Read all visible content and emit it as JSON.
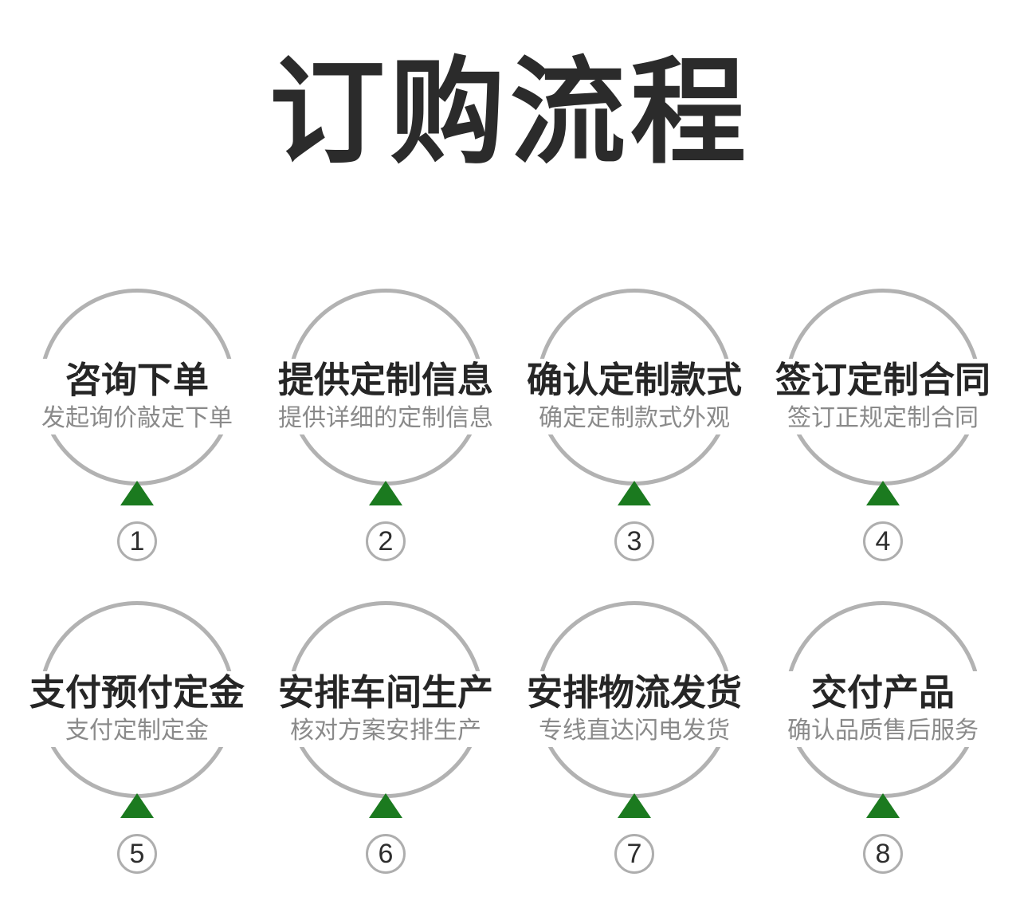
{
  "page": {
    "title": "订购流程"
  },
  "colors": {
    "background": "#ffffff",
    "title_text": "#2b2b2b",
    "step_title_text": "#262626",
    "step_subtitle_text": "#8a8a8a",
    "circle_stroke": "#b2b2b2",
    "triangle_green": "#1b7a1f",
    "number_circle_stroke": "#aeaeae",
    "number_text": "#2e2e2e"
  },
  "steps": [
    {
      "number": "1",
      "title": "咨询下单",
      "subtitle": "发起询价敲定下单"
    },
    {
      "number": "2",
      "title": "提供定制信息",
      "subtitle": "提供详细的定制信息"
    },
    {
      "number": "3",
      "title": "确认定制款式",
      "subtitle": "确定定制款式外观"
    },
    {
      "number": "4",
      "title": "签订定制合同",
      "subtitle": "签订正规定制合同"
    },
    {
      "number": "5",
      "title": "支付预付定金",
      "subtitle": "支付定制定金"
    },
    {
      "number": "6",
      "title": "安排车间生产",
      "subtitle": "核对方案安排生产"
    },
    {
      "number": "7",
      "title": "安排物流发货",
      "subtitle": "专线直达闪电发货"
    },
    {
      "number": "8",
      "title": "交付产品",
      "subtitle": "确认品质售后服务"
    }
  ]
}
